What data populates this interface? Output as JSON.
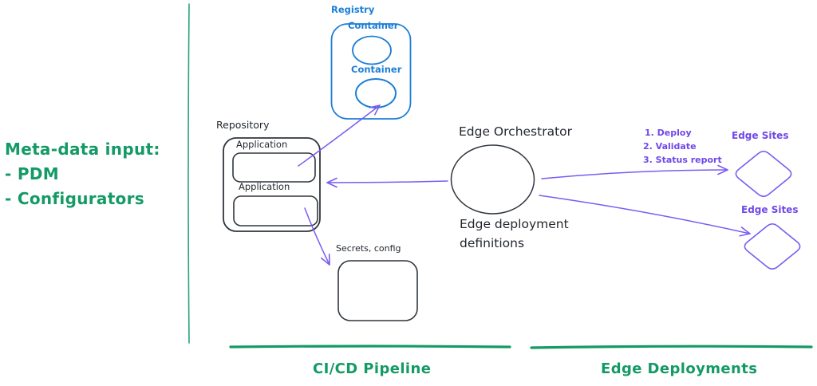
{
  "colors": {
    "green": "#149a66",
    "blue": "#1c7ed6",
    "purple": "#7048e8",
    "ink": "#23282e"
  },
  "meta_input": {
    "title": "Meta-data input:",
    "item1": "- PDM",
    "item2": "- Configurators"
  },
  "registry": {
    "label": "Registry",
    "container1": "Container",
    "container2": "Container"
  },
  "repository": {
    "label": "Repository",
    "application1": "Application",
    "application2": "Application"
  },
  "secrets": {
    "label": "Secrets, config"
  },
  "orchestrator": {
    "label": "Edge Orchestrator",
    "definitions_line1": "Edge deployment",
    "definitions_line2": "definitions"
  },
  "steps": {
    "step1": "1. Deploy",
    "step2": "2. Validate",
    "step3": "3. Status report"
  },
  "edge_sites": {
    "top_label": "Edge Sites",
    "bottom_label": "Edge Sites"
  },
  "sections": {
    "cicd_label": "CI/CD Pipeline",
    "edge_label": "Edge Deployments"
  }
}
